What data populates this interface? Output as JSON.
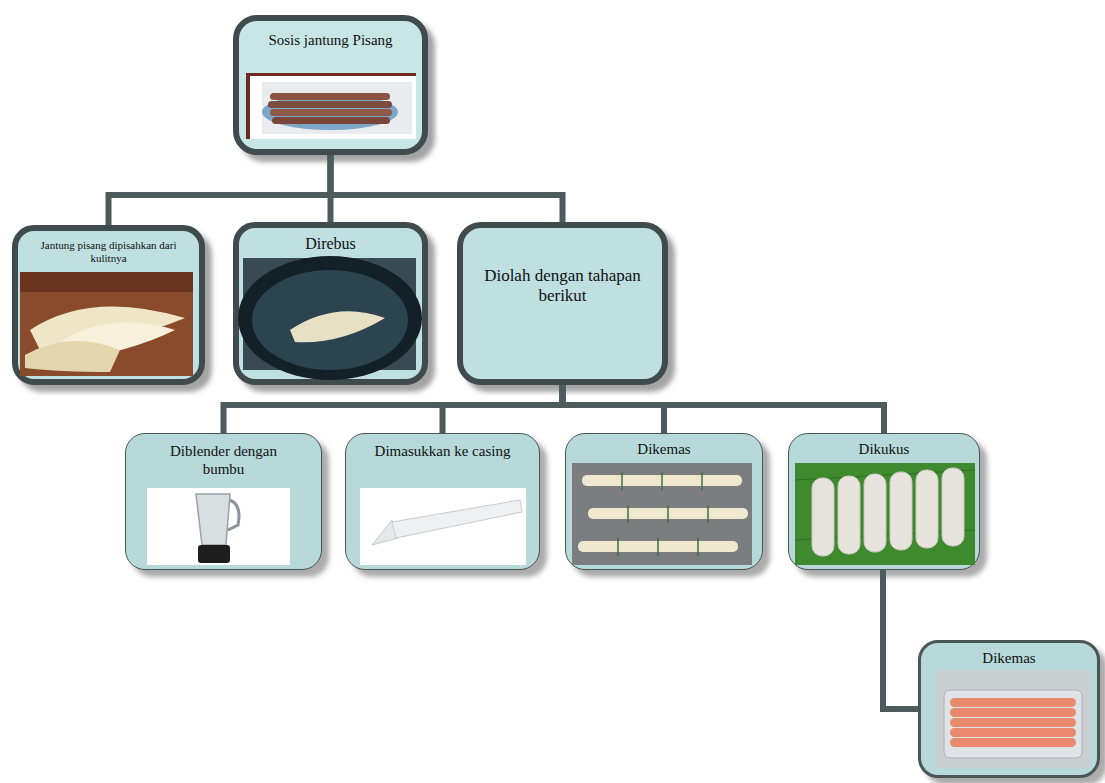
{
  "diagram": {
    "nodes": [
      {
        "text": [
          "Sosis jantung Pisang"
        ]
      },
      {
        "text": [
          "Jantung pisang dipisahkan dari kulitnya"
        ]
      },
      {
        "text": [
          "Direbus"
        ]
      },
      {
        "text": [
          "Diolah dengan tahapan berikut"
        ]
      },
      {
        "text": [
          "Diblender dengan bumbu"
        ]
      },
      {
        "text": [
          "Dimasukkan ke casing"
        ]
      },
      {
        "text": [
          "Dikemas"
        ]
      },
      {
        "text": [
          "Dikukus"
        ]
      },
      {
        "text": [
          "Dikemas"
        ]
      }
    ],
    "edges": [
      {
        "from": 0,
        "to": 1,
        "arrow": "none"
      },
      {
        "from": 0,
        "to": 2,
        "arrow": "none"
      },
      {
        "from": 0,
        "to": 3,
        "arrow": "none"
      },
      {
        "from": 3,
        "to": 4,
        "arrow": "none"
      },
      {
        "from": 3,
        "to": 5,
        "arrow": "none"
      },
      {
        "from": 3,
        "to": 6,
        "arrow": "none"
      },
      {
        "from": 3,
        "to": 7,
        "arrow": "none"
      },
      {
        "from": 7,
        "to": 8,
        "arrow": "none"
      }
    ]
  }
}
